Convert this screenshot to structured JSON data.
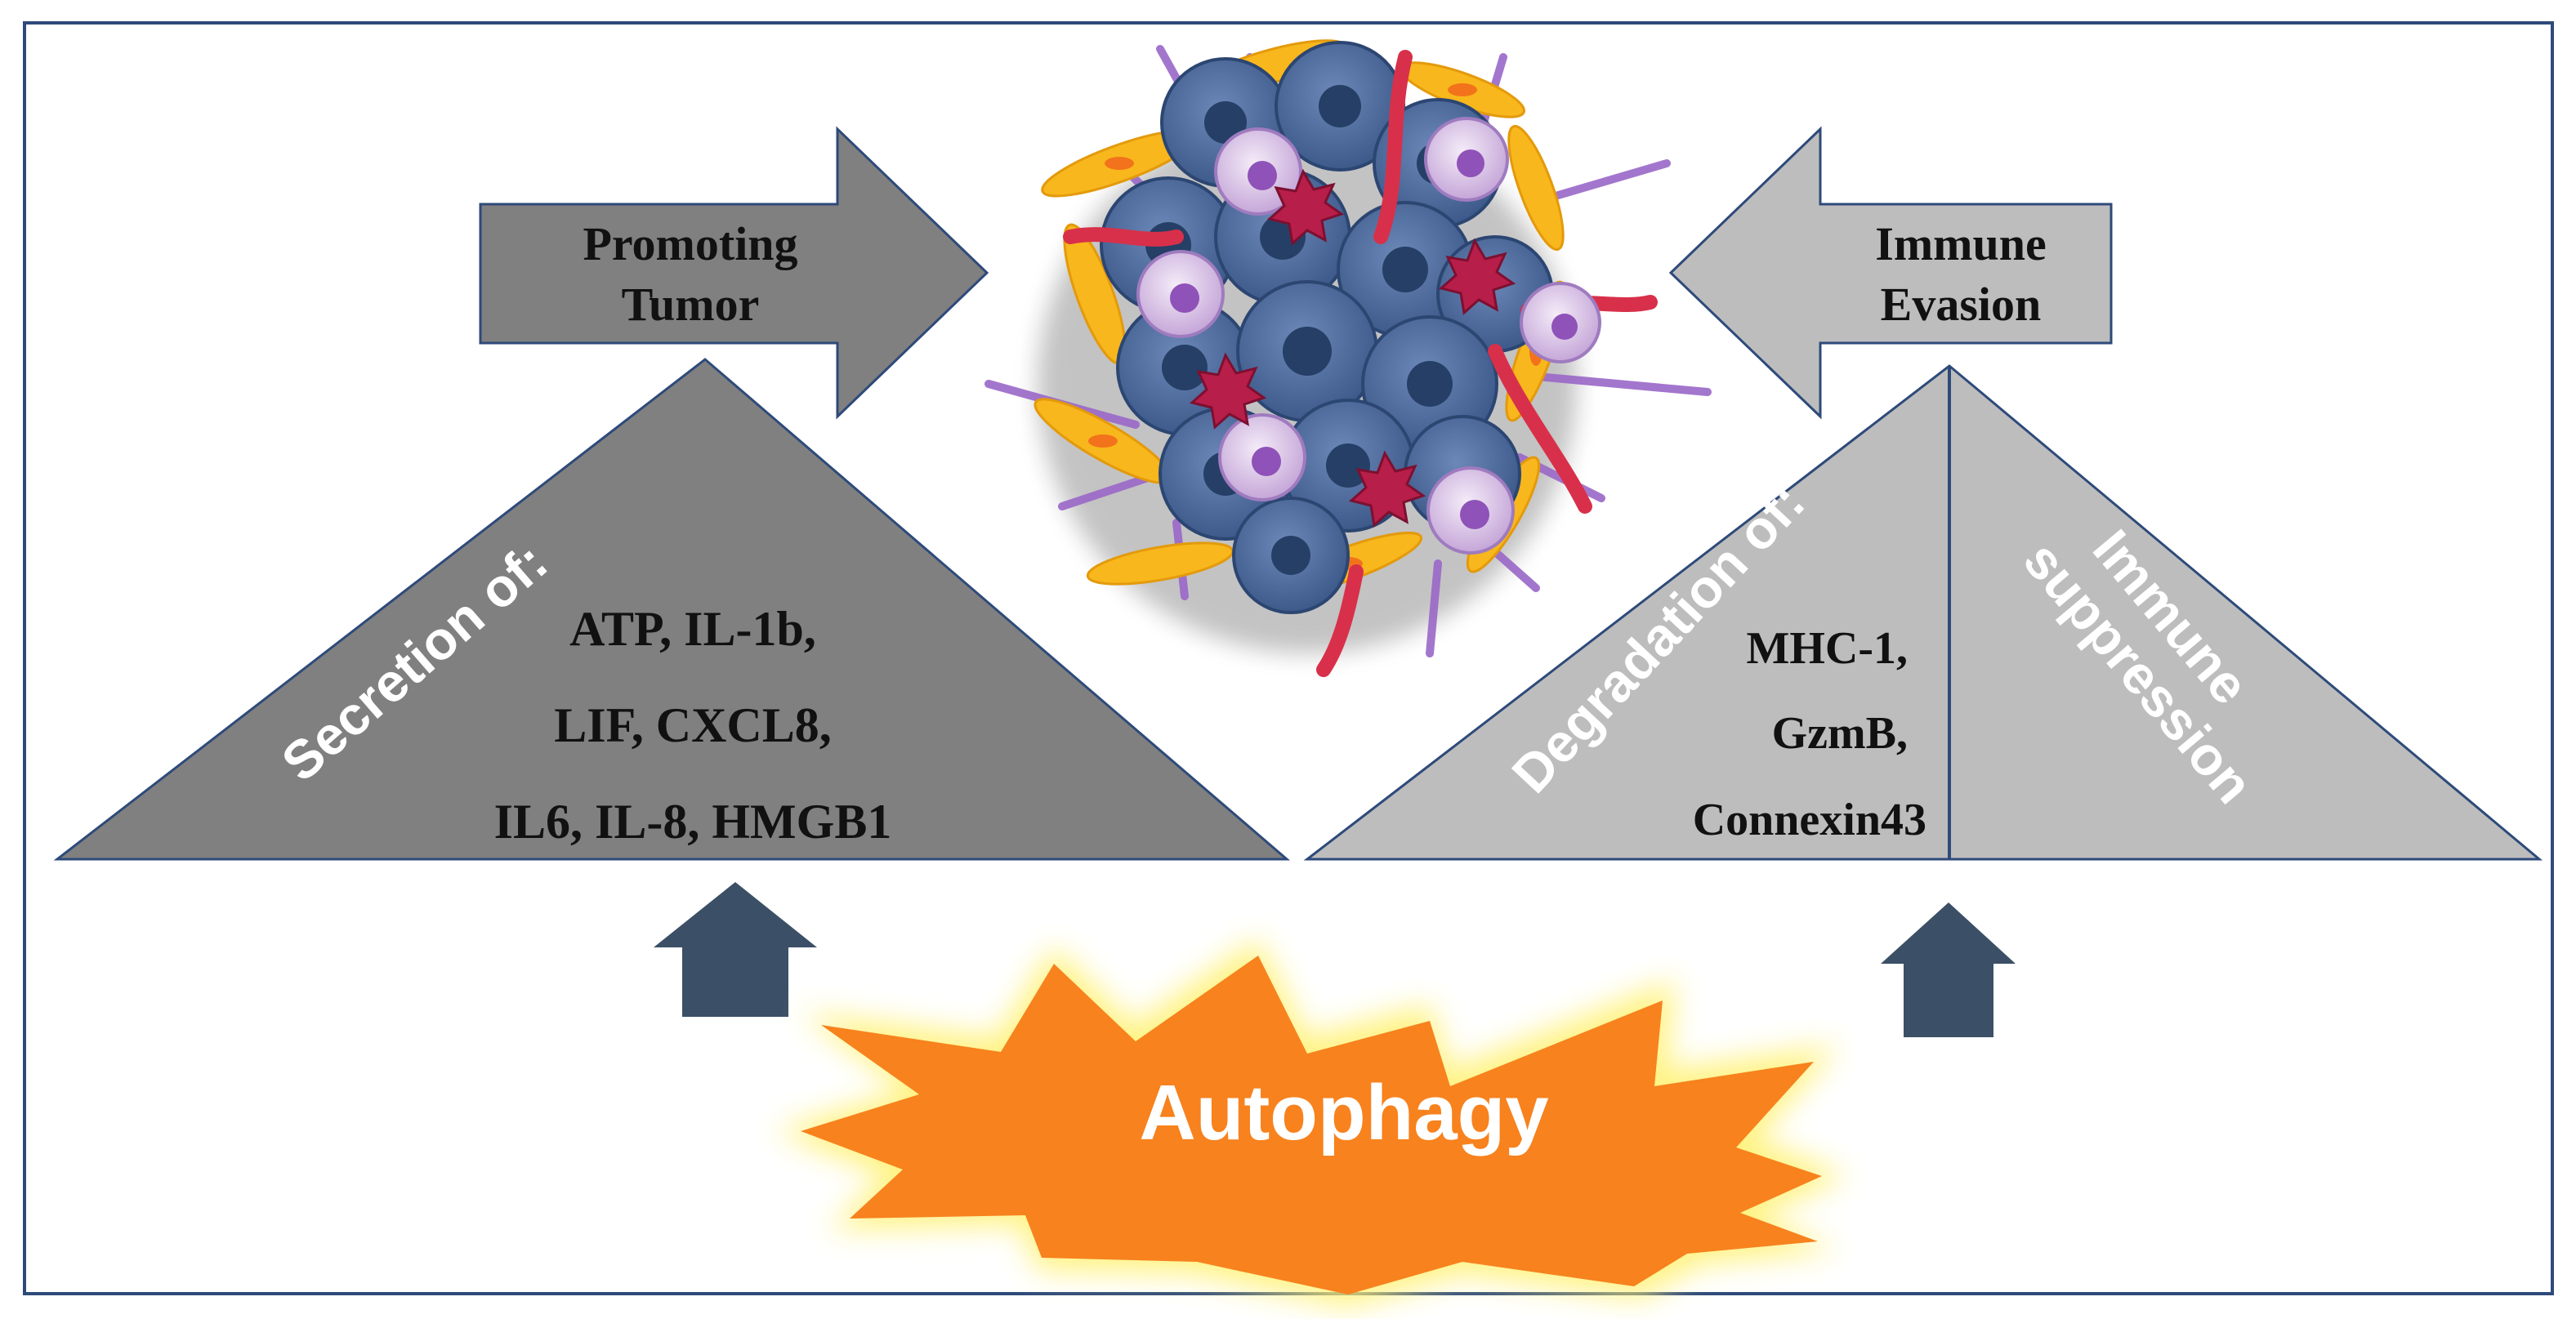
{
  "left_arrow": {
    "line1": "Promoting",
    "line2": "Tumor"
  },
  "right_arrow": {
    "line1": "Immune",
    "line2": "Evasion"
  },
  "left_triangle": {
    "heading": "Secretion of:",
    "line1": "ATP, IL-1b,",
    "line2": "LIF, CXCL8,",
    "line3": "IL6, IL-8, HMGB1"
  },
  "right_triangle": {
    "heading": "Degradation of:",
    "line1": "MHC-1,",
    "line2": "GzmB,",
    "line3": "Connexin43",
    "side_line1": "Immune",
    "side_line2": "suppression"
  },
  "center": {
    "label": "Autophagy"
  },
  "colors": {
    "border": "#2e4a7a",
    "dark_gray": "#808080",
    "light_gray": "#bdbdbd",
    "arrow_up": "#3b4f66",
    "autophagy_fill": "#f7821e",
    "autophagy_glow": "#fff27a",
    "tumor_cell": "#4a6a9c",
    "tumor_cell_dark": "#263f66",
    "fibroblast": "#f8b71c",
    "vessel": "#d8304a",
    "immune_cell": "#c79bd8",
    "dendritic_cell": "#b81e4a",
    "fiber": "#9a68c8"
  },
  "icons": [
    "tumor-microenvironment-cluster",
    "up-arrow-icon",
    "autophagy-starburst"
  ]
}
